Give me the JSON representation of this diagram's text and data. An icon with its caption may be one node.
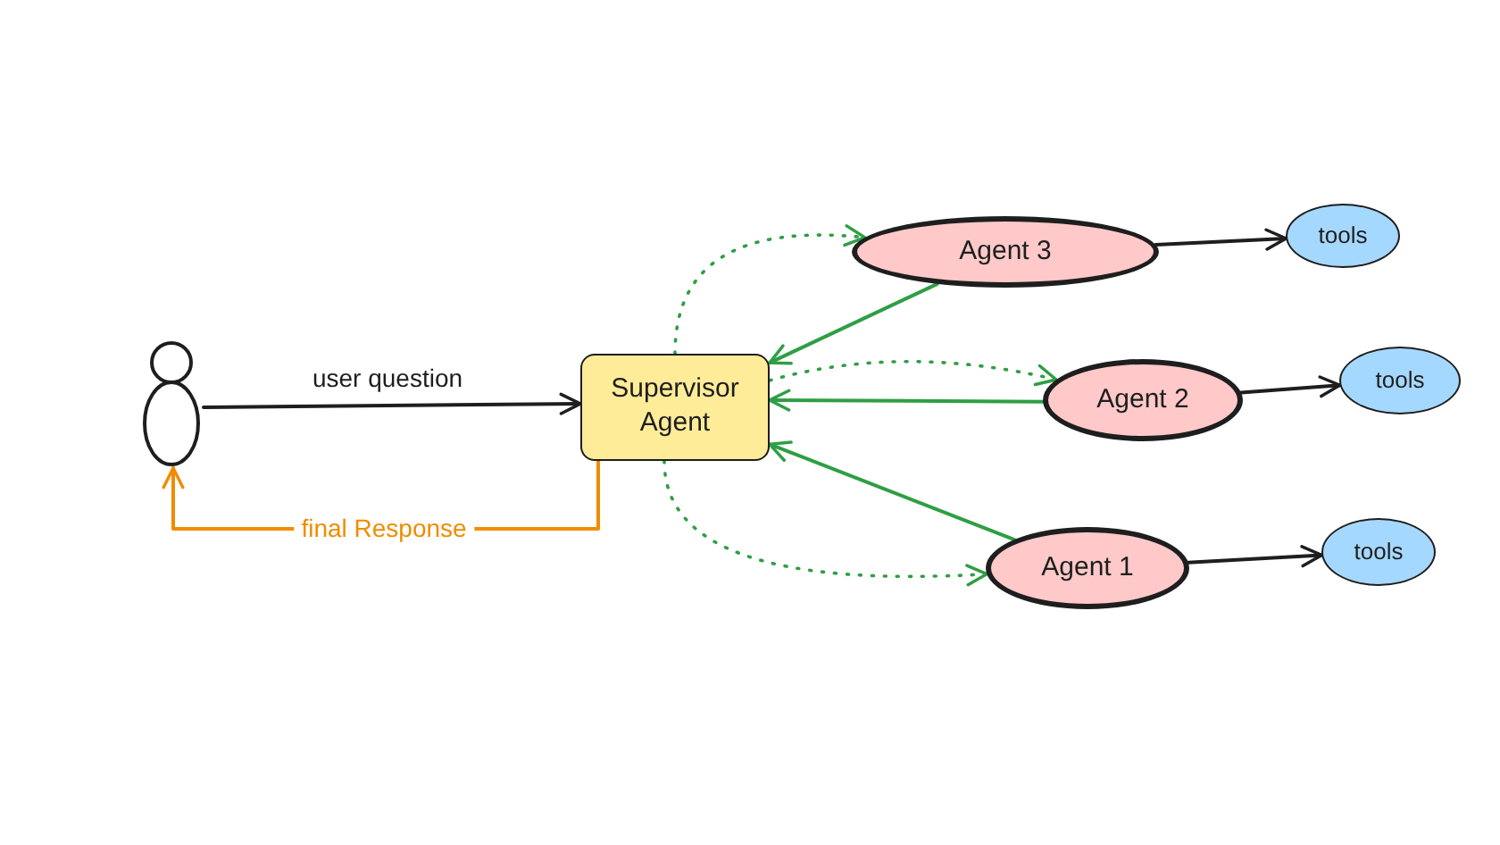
{
  "diagram": {
    "nodes": [
      {
        "text": [],
        "shape": "person"
      },
      {
        "text": [
          "Supervisor Agent"
        ]
      },
      {
        "text": [
          "Agent 3"
        ]
      },
      {
        "text": [
          "tools"
        ]
      },
      {
        "text": [
          "Agent 2"
        ]
      },
      {
        "text": [
          "tools"
        ]
      },
      {
        "text": [
          "Agent 1"
        ]
      },
      {
        "text": [
          "tools"
        ]
      }
    ],
    "edges": [
      {
        "from": 0,
        "to": 1,
        "arrow": "to",
        "label": "user question",
        "color": "#1e1e1e"
      },
      {
        "from": 1,
        "to": 0,
        "arrow": "to",
        "label": "final Response",
        "color": "#f08c00"
      },
      {
        "from": 1,
        "to": 2,
        "arrow": "to",
        "style": "dashed"
      },
      {
        "from": 2,
        "to": 1,
        "arrow": "to"
      },
      {
        "from": 1,
        "to": 4,
        "arrow": "to",
        "style": "dashed"
      },
      {
        "from": 4,
        "to": 1,
        "arrow": "to"
      },
      {
        "from": 1,
        "to": 6,
        "arrow": "to",
        "style": "dashed"
      },
      {
        "from": 6,
        "to": 1,
        "arrow": "to"
      },
      {
        "from": 2,
        "to": 3,
        "arrow": "to",
        "color": "#1e1e1e"
      },
      {
        "from": 4,
        "to": 5,
        "arrow": "to",
        "color": "#1e1e1e"
      },
      {
        "from": 6,
        "to": 7,
        "arrow": "to",
        "color": "#1e1e1e"
      }
    ]
  }
}
